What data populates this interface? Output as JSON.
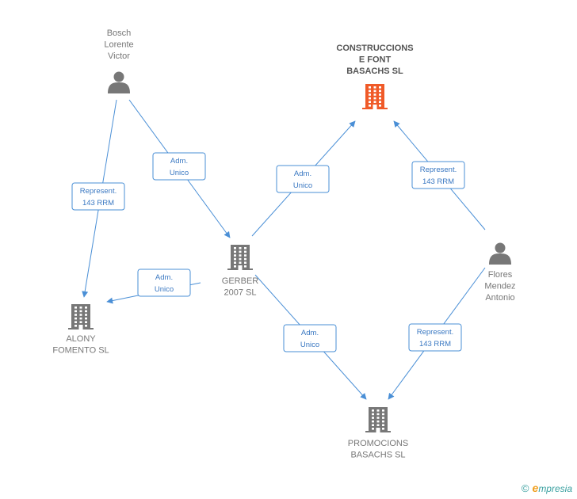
{
  "colors": {
    "edge": "#4a8fd6",
    "node": "#777777",
    "highlight": "#f05a28"
  },
  "nodes": [
    {
      "id": "bosch",
      "kind": "person",
      "lines": [
        "Bosch",
        "Lorente",
        "Victor"
      ]
    },
    {
      "id": "construccions",
      "kind": "company-main",
      "lines": [
        "CONSTRUCCIONS",
        "E FONT",
        "BASACHS SL"
      ]
    },
    {
      "id": "gerber",
      "kind": "company",
      "lines": [
        "GERBER",
        "2007 SL"
      ]
    },
    {
      "id": "flores",
      "kind": "person",
      "lines": [
        "Flores",
        "Mendez",
        "Antonio"
      ]
    },
    {
      "id": "alony",
      "kind": "company",
      "lines": [
        "ALONY",
        "FOMENTO SL"
      ]
    },
    {
      "id": "promocions",
      "kind": "company",
      "lines": [
        "PROMOCIONS",
        "BASACHS SL"
      ]
    }
  ],
  "edges": [
    {
      "id": "bosch-gerber",
      "lines": [
        "Adm.",
        "Unico"
      ]
    },
    {
      "id": "bosch-alony",
      "lines": [
        "Represent.",
        "143 RRM"
      ]
    },
    {
      "id": "gerber-construccions",
      "lines": [
        "Adm.",
        "Unico"
      ]
    },
    {
      "id": "flores-construccions",
      "lines": [
        "Represent.",
        "143 RRM"
      ]
    },
    {
      "id": "gerber-alony",
      "lines": [
        "Adm.",
        "Unico"
      ]
    },
    {
      "id": "gerber-promocions",
      "lines": [
        "Adm.",
        "Unico"
      ]
    },
    {
      "id": "flores-promocions",
      "lines": [
        "Represent.",
        "143 RRM"
      ]
    }
  ],
  "footer": {
    "copyright": "©",
    "brand_initial": "e",
    "brand_rest": "mpresia"
  }
}
